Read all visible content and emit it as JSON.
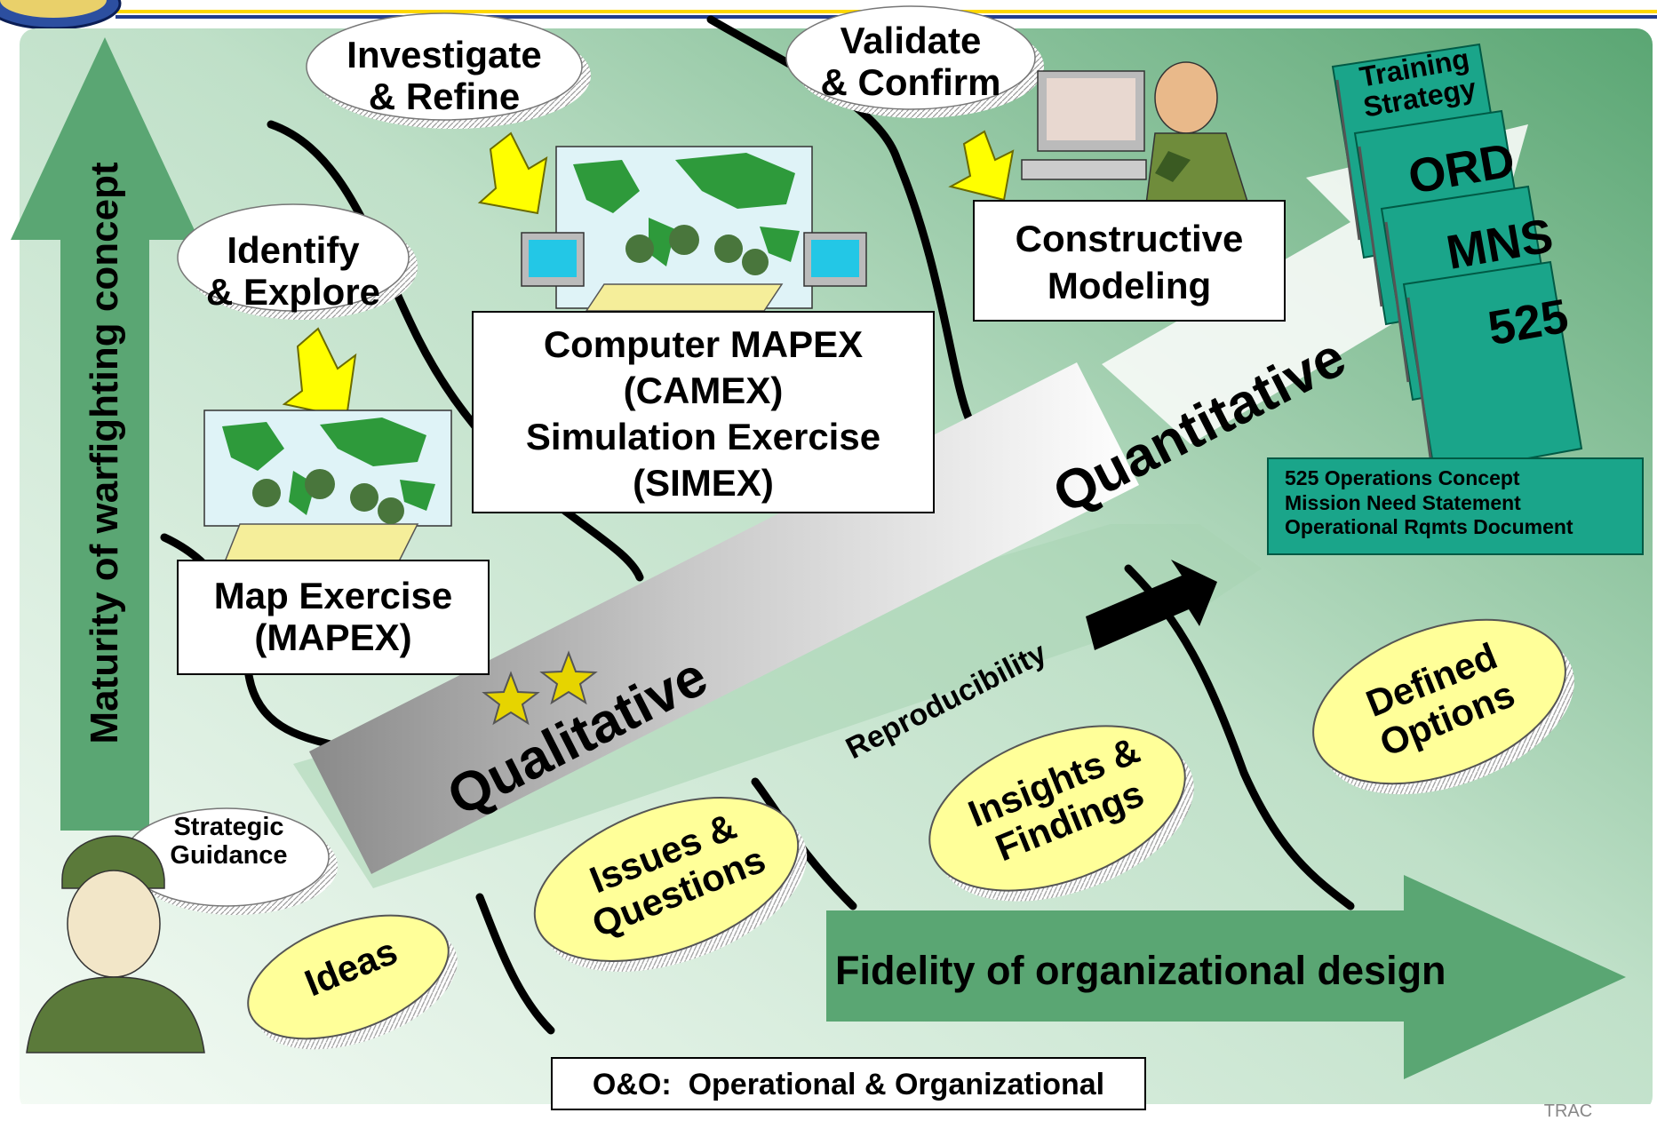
{
  "axis": {
    "vertical": "Maturity of warfighting concept",
    "horizontal": "Fidelity of organizational design"
  },
  "band": {
    "qualitative": "Qualitative",
    "quantitative": "Quantitative",
    "reproducibility": "Reproducibility"
  },
  "clouds": {
    "identify": "Identify\n& Explore",
    "investigate": "Investigate\n& Refine",
    "validate": "Validate\n& Confirm",
    "strategic": "Strategic\nGuidance"
  },
  "outputs": {
    "ideas": "Ideas",
    "issues": "Issues &\nQuestions",
    "insights": "Insights &\nFindings",
    "options": "Defined\nOptions"
  },
  "boxes": {
    "mapex": "Map Exercise\n(MAPEX)",
    "camex": "Computer MAPEX\n(CAMEX)\nSimulation Exercise\n(SIMEX)",
    "constructive": "Constructive\nModeling",
    "oo": "O&O:  Operational & Organizational"
  },
  "documents": [
    "Training\nStrategy",
    "ORD",
    "MNS",
    "525"
  ],
  "document_legend": [
    "525 Operations Concept",
    "Mission Need Statement",
    "Operational Rqmts Document"
  ],
  "footer": {
    "right": "TRAC"
  },
  "colors": {
    "green_dark": "#5aa673",
    "green_bg": "#d7eedd",
    "doc_teal": "#1aa58a",
    "cloud_yellow": "#ffff99",
    "arrow_yellow": "#ffff00"
  }
}
